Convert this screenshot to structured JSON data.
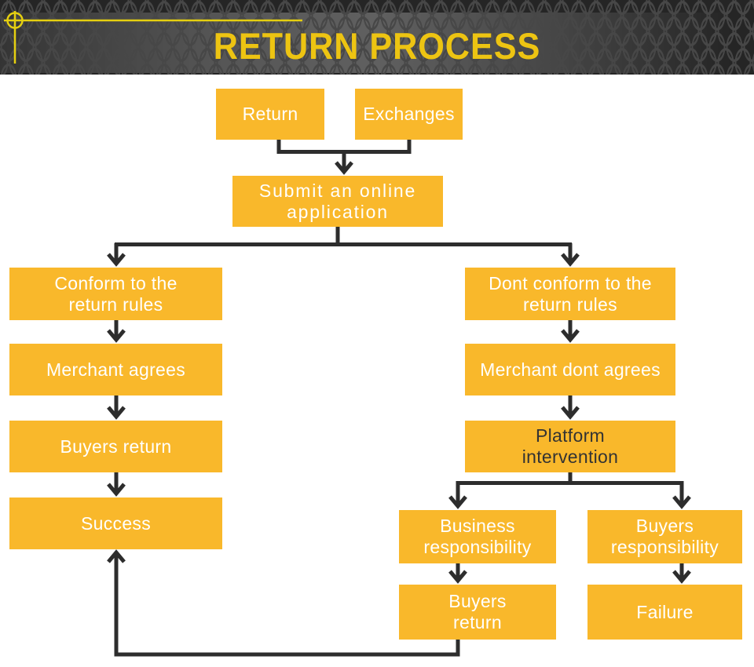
{
  "header": {
    "title": "RETURN PROCESS"
  },
  "colors": {
    "box_fill": "#F9B82B",
    "box_text": "#FFFFFF",
    "box_text_dark": "#333333",
    "connector": "#2D2D2D",
    "title_yellow": "#EDC412",
    "ornament_yellow": "#E5CF10",
    "header_background": "#252525"
  },
  "diagram": {
    "nodes": {
      "return": {
        "label": "Return"
      },
      "exchanges": {
        "label": "Exchanges"
      },
      "submit": {
        "label": "Submit an online\napplication"
      },
      "conform": {
        "label": "Conform to the\nreturn rules"
      },
      "merchant_agrees": {
        "label": "Merchant agrees"
      },
      "buyers_return": {
        "label": "Buyers return"
      },
      "success": {
        "label": "Success"
      },
      "dont_conform": {
        "label": "Dont conform to the\nreturn rules"
      },
      "merchant_dont_agrees": {
        "label": "Merchant dont agrees"
      },
      "platform_intervention": {
        "label": "Platform\nintervention"
      },
      "business_responsibility": {
        "label": "Business\nresponsibility"
      },
      "buyers_responsibility": {
        "label": "Buyers\nresponsibility"
      },
      "buyers_return_2": {
        "label": "Buyers\nreturn"
      },
      "failure": {
        "label": "Failure"
      }
    }
  }
}
